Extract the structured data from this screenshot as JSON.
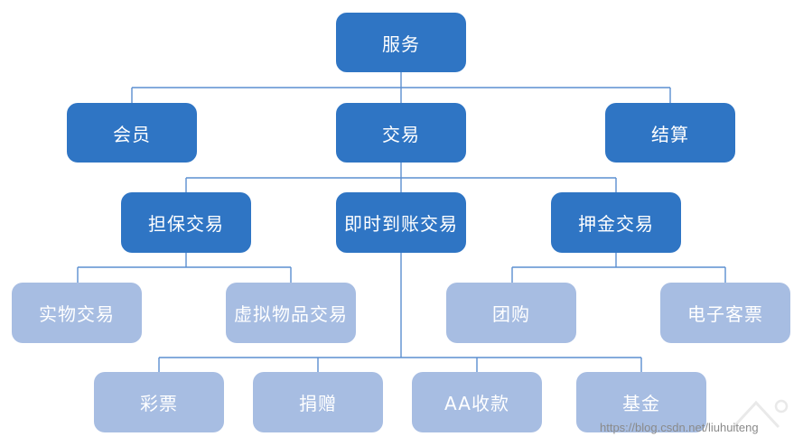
{
  "nodes": {
    "root": "服务",
    "member": "会员",
    "trade": "交易",
    "settle": "结算",
    "guarantee": "担保交易",
    "instant": "即时到账交易",
    "deposit": "押金交易",
    "physical": "实物交易",
    "virtual": "虚拟物品交易",
    "group": "团购",
    "eticket": "电子客票",
    "lottery": "彩票",
    "donation": "捐赠",
    "aa": "AA收款",
    "fund": "基金"
  },
  "watermark": "https://blog.csdn.net/liuhuiteng",
  "colors": {
    "dark_node": "#2f75c4",
    "light_node": "#a7bde2",
    "line": "#5b8fd0"
  }
}
